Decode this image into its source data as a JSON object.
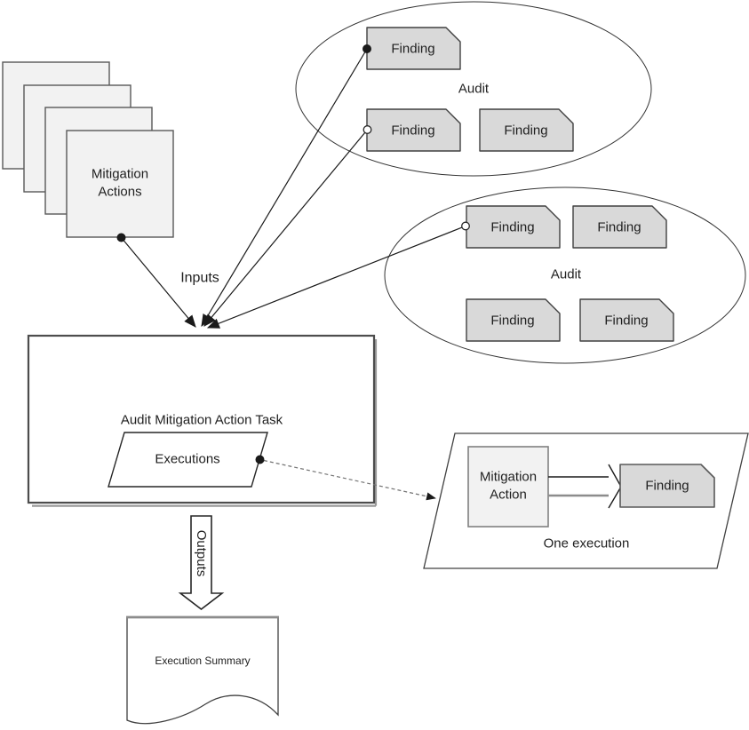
{
  "diagram": {
    "mitigation_stack": {
      "label": "Mitigation Actions",
      "page_count": 4
    },
    "inputs_label": "Inputs",
    "audit_top": {
      "label": "Audit",
      "findings": [
        "Finding",
        "Finding",
        "Finding"
      ]
    },
    "audit_bottom": {
      "label": "Audit",
      "findings": [
        "Finding",
        "Finding",
        "Finding",
        "Finding"
      ]
    },
    "task": {
      "title": "Audit Mitigation Action Task",
      "executions_label": "Executions"
    },
    "one_execution": {
      "caption": "One execution",
      "action_label": "Mitigation Action",
      "finding_label": "Finding"
    },
    "outputs_label": "Outputs",
    "execution_summary": {
      "label": "Execution Summary"
    },
    "colors": {
      "finding_fill": "#d9d9d9",
      "finding_border": "#404040",
      "page_fill": "#f2f2f2",
      "page_border": "#595959",
      "task_border": "#4d4d4d",
      "connector": "#1a1a1a",
      "dashed_connector": "#737373",
      "shadow": "#8c8c8c"
    }
  }
}
